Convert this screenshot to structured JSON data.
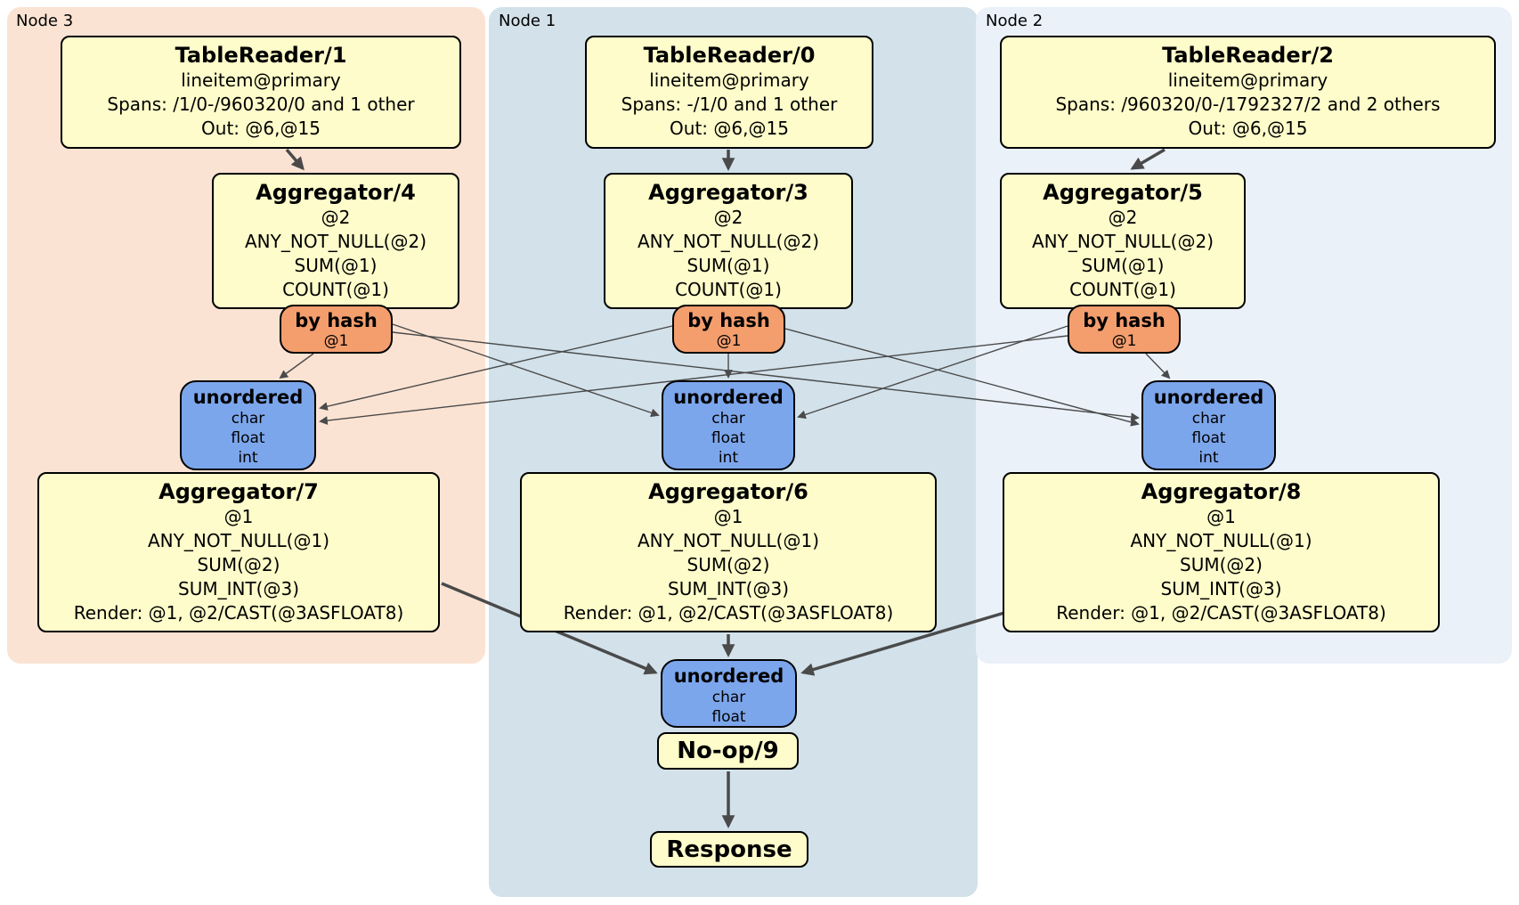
{
  "node_labels": {
    "node3": "Node 3",
    "node1": "Node 1",
    "node2": "Node 2"
  },
  "colors": {
    "node3_bg": "#FBE3D3",
    "node1_bg": "#D2E1EA",
    "node2_bg": "#EAF1F9",
    "processor_bg": "#FDFCCA",
    "router_bg": "#F49E6E",
    "sync_bg": "#7CA6EC",
    "box_border": "#000000",
    "edge_color": "#4A4A4A"
  },
  "boxes": {
    "tr1": {
      "title": "TableReader/1",
      "lines": [
        "lineitem@primary",
        "Spans: /1/0-/960320/0 and 1 other",
        "Out: @6,@15"
      ]
    },
    "agg4": {
      "title": "Aggregator/4",
      "lines": [
        "@2",
        "ANY_NOT_NULL(@2)",
        "SUM(@1)",
        "COUNT(@1)"
      ]
    },
    "r3": {
      "title": "by hash",
      "lines": [
        "@1"
      ]
    },
    "s3": {
      "title": "unordered",
      "lines": [
        "char",
        "float",
        "int"
      ]
    },
    "agg7": {
      "title": "Aggregator/7",
      "lines": [
        "@1",
        "ANY_NOT_NULL(@1)",
        "SUM(@2)",
        "SUM_INT(@3)",
        "Render: @1, @2/CAST(@3ASFLOAT8)"
      ]
    },
    "tr0": {
      "title": "TableReader/0",
      "lines": [
        "lineitem@primary",
        "Spans: -/1/0 and 1 other",
        "Out: @6,@15"
      ]
    },
    "agg3": {
      "title": "Aggregator/3",
      "lines": [
        "@2",
        "ANY_NOT_NULL(@2)",
        "SUM(@1)",
        "COUNT(@1)"
      ]
    },
    "r1": {
      "title": "by hash",
      "lines": [
        "@1"
      ]
    },
    "s1": {
      "title": "unordered",
      "lines": [
        "char",
        "float",
        "int"
      ]
    },
    "agg6": {
      "title": "Aggregator/6",
      "lines": [
        "@1",
        "ANY_NOT_NULL(@1)",
        "SUM(@2)",
        "SUM_INT(@3)",
        "Render: @1, @2/CAST(@3ASFLOAT8)"
      ]
    },
    "sync_final": {
      "title": "unordered",
      "lines": [
        "char",
        "float"
      ]
    },
    "noop": {
      "title": "No-op/9"
    },
    "response": {
      "title": "Response"
    },
    "tr2": {
      "title": "TableReader/2",
      "lines": [
        "lineitem@primary",
        "Spans: /960320/0-/1792327/2 and 2 others",
        "Out: @6,@15"
      ]
    },
    "agg5": {
      "title": "Aggregator/5",
      "lines": [
        "@2",
        "ANY_NOT_NULL(@2)",
        "SUM(@1)",
        "COUNT(@1)"
      ]
    },
    "r2": {
      "title": "by hash",
      "lines": [
        "@1"
      ]
    },
    "s2": {
      "title": "unordered",
      "lines": [
        "char",
        "float",
        "int"
      ]
    },
    "agg8": {
      "title": "Aggregator/8",
      "lines": [
        "@1",
        "ANY_NOT_NULL(@1)",
        "SUM(@2)",
        "SUM_INT(@3)",
        "Render: @1, @2/CAST(@3ASFLOAT8)"
      ]
    }
  },
  "edges": [
    {
      "from": "tr1",
      "to": "agg4",
      "weight": "thick"
    },
    {
      "from": "tr0",
      "to": "agg3",
      "weight": "thick"
    },
    {
      "from": "tr2",
      "to": "agg5",
      "weight": "thick"
    },
    {
      "from": "r3",
      "to": "s3",
      "weight": "thin"
    },
    {
      "from": "r3",
      "to": "s1",
      "weight": "thin"
    },
    {
      "from": "r3",
      "to": "s2",
      "weight": "thin"
    },
    {
      "from": "r1",
      "to": "s3",
      "weight": "thin"
    },
    {
      "from": "r1",
      "to": "s1",
      "weight": "thin"
    },
    {
      "from": "r1",
      "to": "s2",
      "weight": "thin"
    },
    {
      "from": "r2",
      "to": "s3",
      "weight": "thin"
    },
    {
      "from": "r2",
      "to": "s1",
      "weight": "thin"
    },
    {
      "from": "r2",
      "to": "s2",
      "weight": "thin"
    },
    {
      "from": "agg7",
      "to": "sync_final",
      "weight": "thick"
    },
    {
      "from": "agg6",
      "to": "sync_final",
      "weight": "thick"
    },
    {
      "from": "agg8",
      "to": "sync_final",
      "weight": "thick"
    },
    {
      "from": "noop",
      "to": "response",
      "weight": "thick"
    }
  ]
}
